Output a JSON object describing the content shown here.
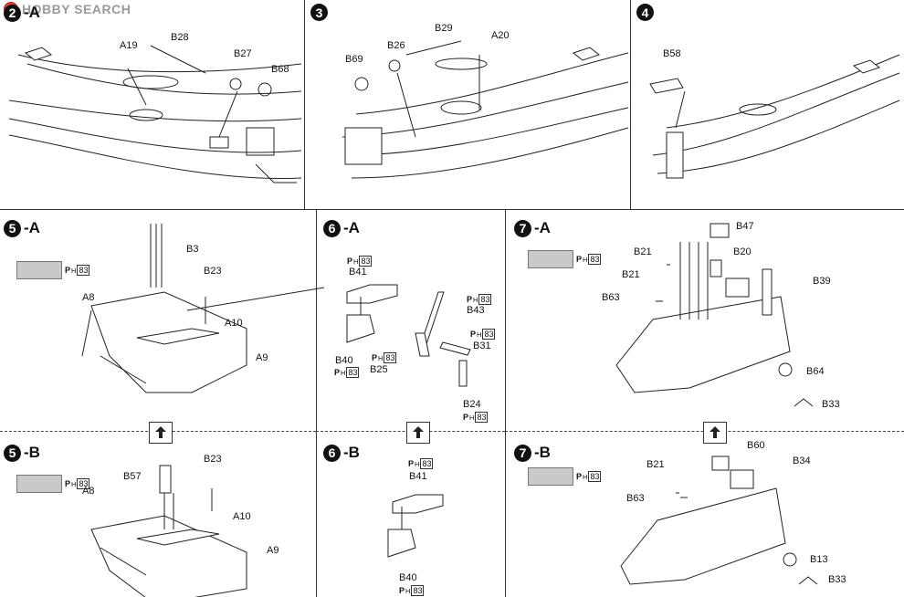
{
  "watermark": {
    "brand": "HOBBY SEARCH"
  },
  "steps": [
    {
      "number": "2",
      "suffix": "-A"
    },
    {
      "number": "3",
      "suffix": ""
    },
    {
      "number": "4",
      "suffix": ""
    },
    {
      "number": "5",
      "suffix": "-A"
    },
    {
      "number": "6",
      "suffix": "-A"
    },
    {
      "number": "7",
      "suffix": "-A"
    },
    {
      "number": "5",
      "suffix": "-B"
    },
    {
      "number": "6",
      "suffix": "-B"
    },
    {
      "number": "7",
      "suffix": "-B"
    }
  ],
  "paint_code": {
    "prefix": "P",
    "sub": "H",
    "number": "83"
  },
  "parts": {
    "s2": [
      "A19",
      "B28",
      "B27",
      "B68"
    ],
    "s3": [
      "B29",
      "A20",
      "B26",
      "B69"
    ],
    "s4": [
      "B58"
    ],
    "s5a": [
      "B3",
      "B23",
      "A8",
      "A10",
      "A9"
    ],
    "s5b": [
      "B57",
      "B23",
      "A8",
      "A10",
      "A9"
    ],
    "s6a": [
      "B41",
      "B43",
      "B31",
      "B40",
      "B25",
      "B24"
    ],
    "s6b": [
      "B41",
      "B40"
    ],
    "s7a": [
      "B47",
      "B21",
      "B20",
      "B21",
      "B39",
      "B63",
      "B64",
      "B33"
    ],
    "s7b": [
      "B60",
      "B21",
      "B34",
      "B63",
      "B13",
      "B33"
    ]
  },
  "icons": {
    "rotate": "rotate-model-icon"
  }
}
